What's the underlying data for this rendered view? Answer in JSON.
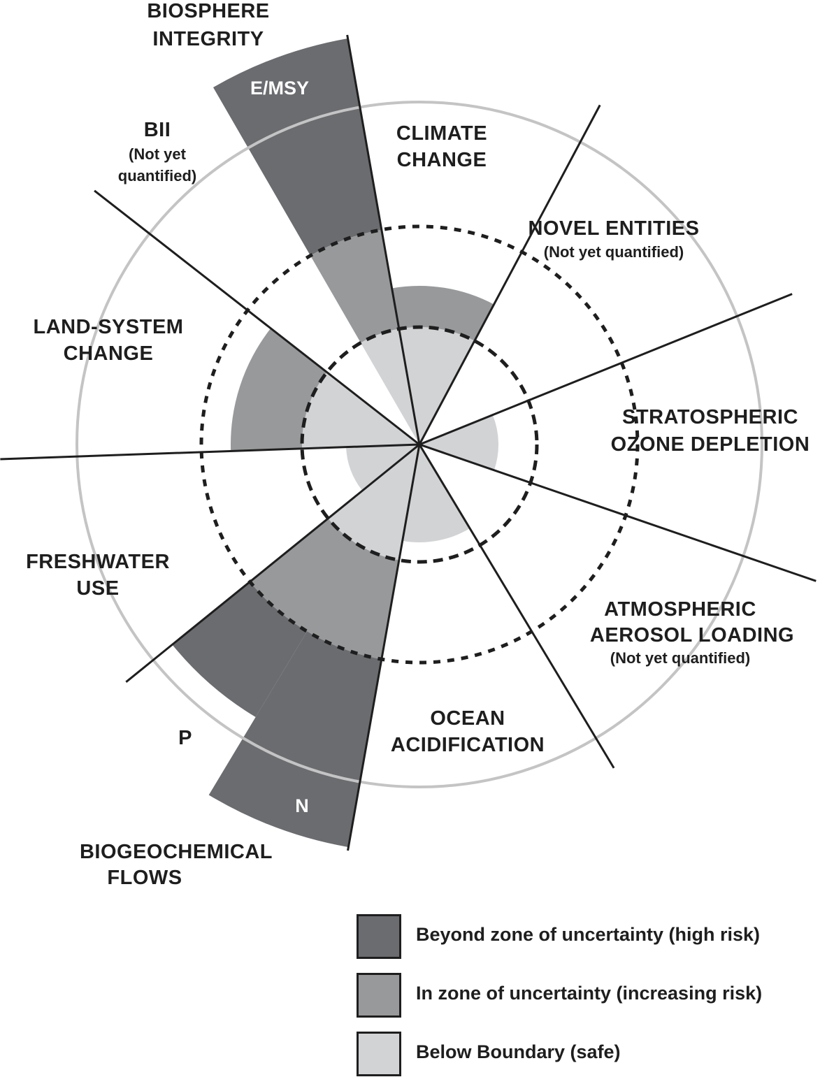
{
  "colors": {
    "high_risk": "#6b6c70",
    "increasing_risk": "#98999b",
    "safe": "#d2d3d5",
    "planetary_ring": "#c4c4c4",
    "ink": "#1e1e1e"
  },
  "labels": {
    "biosphere_integrity": [
      "BIOSPHERE",
      "INTEGRITY"
    ],
    "emsy": "E/MSY",
    "bii": [
      "BII",
      "(Not yet",
      "quantified)"
    ],
    "climate_change": [
      "CLIMATE",
      "CHANGE"
    ],
    "novel_entities": "NOVEL ENTITIES",
    "novel_entities_note": "(Not yet quantified)",
    "land_system_change": [
      "LAND-SYSTEM",
      "CHANGE"
    ],
    "stratospheric_ozone": [
      "STRATOSPHERIC",
      "OZONE DEPLETION"
    ],
    "freshwater_use": [
      "FRESHWATER",
      "USE"
    ],
    "atmospheric_aerosol": [
      "ATMOSPHERIC",
      "AEROSOL LOADING"
    ],
    "atmospheric_aerosol_note": "(Not yet quantified)",
    "ocean_acidification": [
      "OCEAN",
      "ACIDIFICATION"
    ],
    "p": "P",
    "n": "N",
    "biogeochemical_flows": [
      "BIOGEOCHEMICAL",
      "FLOWS"
    ]
  },
  "legend": [
    {
      "label": "Beyond zone of uncertainty (high risk)",
      "color": "#6b6c70"
    },
    {
      "label": "In zone of uncertainty (increasing risk)",
      "color": "#98999b"
    },
    {
      "label": "Below Boundary (safe)",
      "color": "#d2d3d5"
    }
  ]
}
